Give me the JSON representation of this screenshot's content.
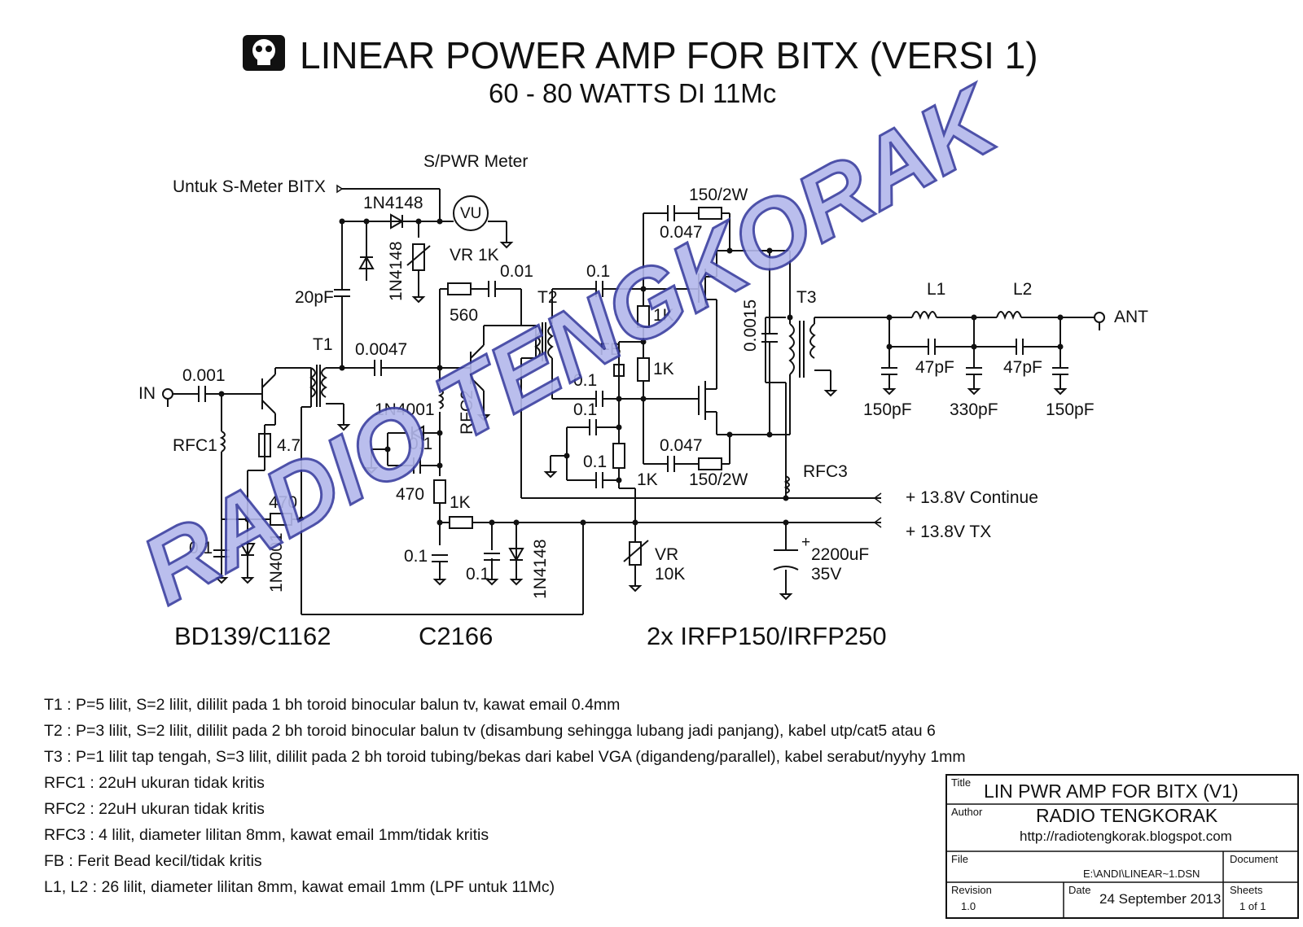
{
  "header": {
    "title": "LINEAR POWER AMP FOR BITX (VERSI 1)",
    "subtitle": "60 - 80 WATTS DI 11Mc"
  },
  "watermark": "RADIO TENGKORAK",
  "labels": {
    "spwr_meter": "S/PWR Meter",
    "smeter": "Untuk S-Meter BITX",
    "vu": "VU",
    "d_1n4148_a": "1N4148",
    "d_1n4148_b": "1N4148",
    "vr1k": "VR 1K",
    "c20pf": "20pF",
    "c001b": "0.01",
    "r560": "560",
    "t1": "T1",
    "t2": "T2",
    "t3": "T3",
    "c0047": "0.0047",
    "in": "IN",
    "c0001": "0.001",
    "rfc1": "RFC1",
    "r47": "4.7",
    "r470a": "470",
    "c01a": "0.1",
    "d_1n4001_a": "1N4001",
    "d_1n4001_b": "1N4001",
    "c01b": "0.1",
    "rfc2": "RFC2",
    "r470b": "470",
    "r1ka": "1K",
    "c01c": "0.1",
    "c01d": "0.1",
    "d_1n4148_c": "1N4148",
    "c01e": "0.1",
    "r1kb": "1K",
    "fb": "FB",
    "r1kc": "1K",
    "c01f": "0.1",
    "c01g": "0.1",
    "c01h": "0.1",
    "r1kd": "1K",
    "r150a": "150/2W",
    "c0047a": "0.047",
    "c0015": "0.0015",
    "c0047b": "0.047",
    "r150b": "150/2W",
    "rfc3": "RFC3",
    "vr10k_a": "VR",
    "vr10k_b": "10K",
    "c2200a": "2200uF",
    "c2200b": "35V",
    "l1": "L1",
    "l2": "L2",
    "ant": "ANT",
    "c47a": "47pF",
    "c47b": "47pF",
    "c150a": "150pF",
    "c330": "330pF",
    "c150b": "150pF",
    "v_cont": "+ 13.8V Continue",
    "v_tx": "+ 13.8V TX",
    "q1": "BD139/C1162",
    "q2": "C2166",
    "q3": "2x IRFP150/IRFP250"
  },
  "notes": [
    "T1 :  P=5 lilit, S=2 lilit, dililit pada 1 bh toroid binocular  balun tv, kawat email 0.4mm",
    "T2 :  P=3 lilit, S=2 lilit, dililit pada 2 bh toroid binocular balun tv  (disambung sehingga lubang jadi panjang), kabel utp/cat5 atau 6",
    "T3 :  P=1 lilit tap tengah, S=3 lilit, dililit pada 2 bh toroid tubing/bekas dari kabel VGA (digandeng/parallel), kabel serabut/nyyhy 1mm",
    "RFC1 : 22uH ukuran tidak kritis",
    "RFC2 : 22uH ukuran tidak kritis",
    "RFC3 : 4 lilit, diameter lilitan 8mm, kawat email 1mm/tidak kritis",
    "FB : Ferit Bead kecil/tidak kritis",
    "L1, L2 : 26 lilit, diameter lilitan 8mm, kawat email 1mm (LPF untuk 11Mc)"
  ],
  "title_block": {
    "title_label": "Title",
    "title_value": "LIN PWR AMP FOR BITX (V1)",
    "author_label": "Author",
    "author_value": "RADIO TENGKORAK",
    "author_url": "http://radiotengkorak.blogspot.com",
    "file_label": "File",
    "file_value": "E:\\ANDI\\LINEAR~1.DSN",
    "document_label": "Document",
    "revision_label": "Revision",
    "revision_value": "1.0",
    "date_label": "Date",
    "date_value": "24 September 2013",
    "sheets_label": "Sheets",
    "sheets_value": "1 of 1"
  }
}
